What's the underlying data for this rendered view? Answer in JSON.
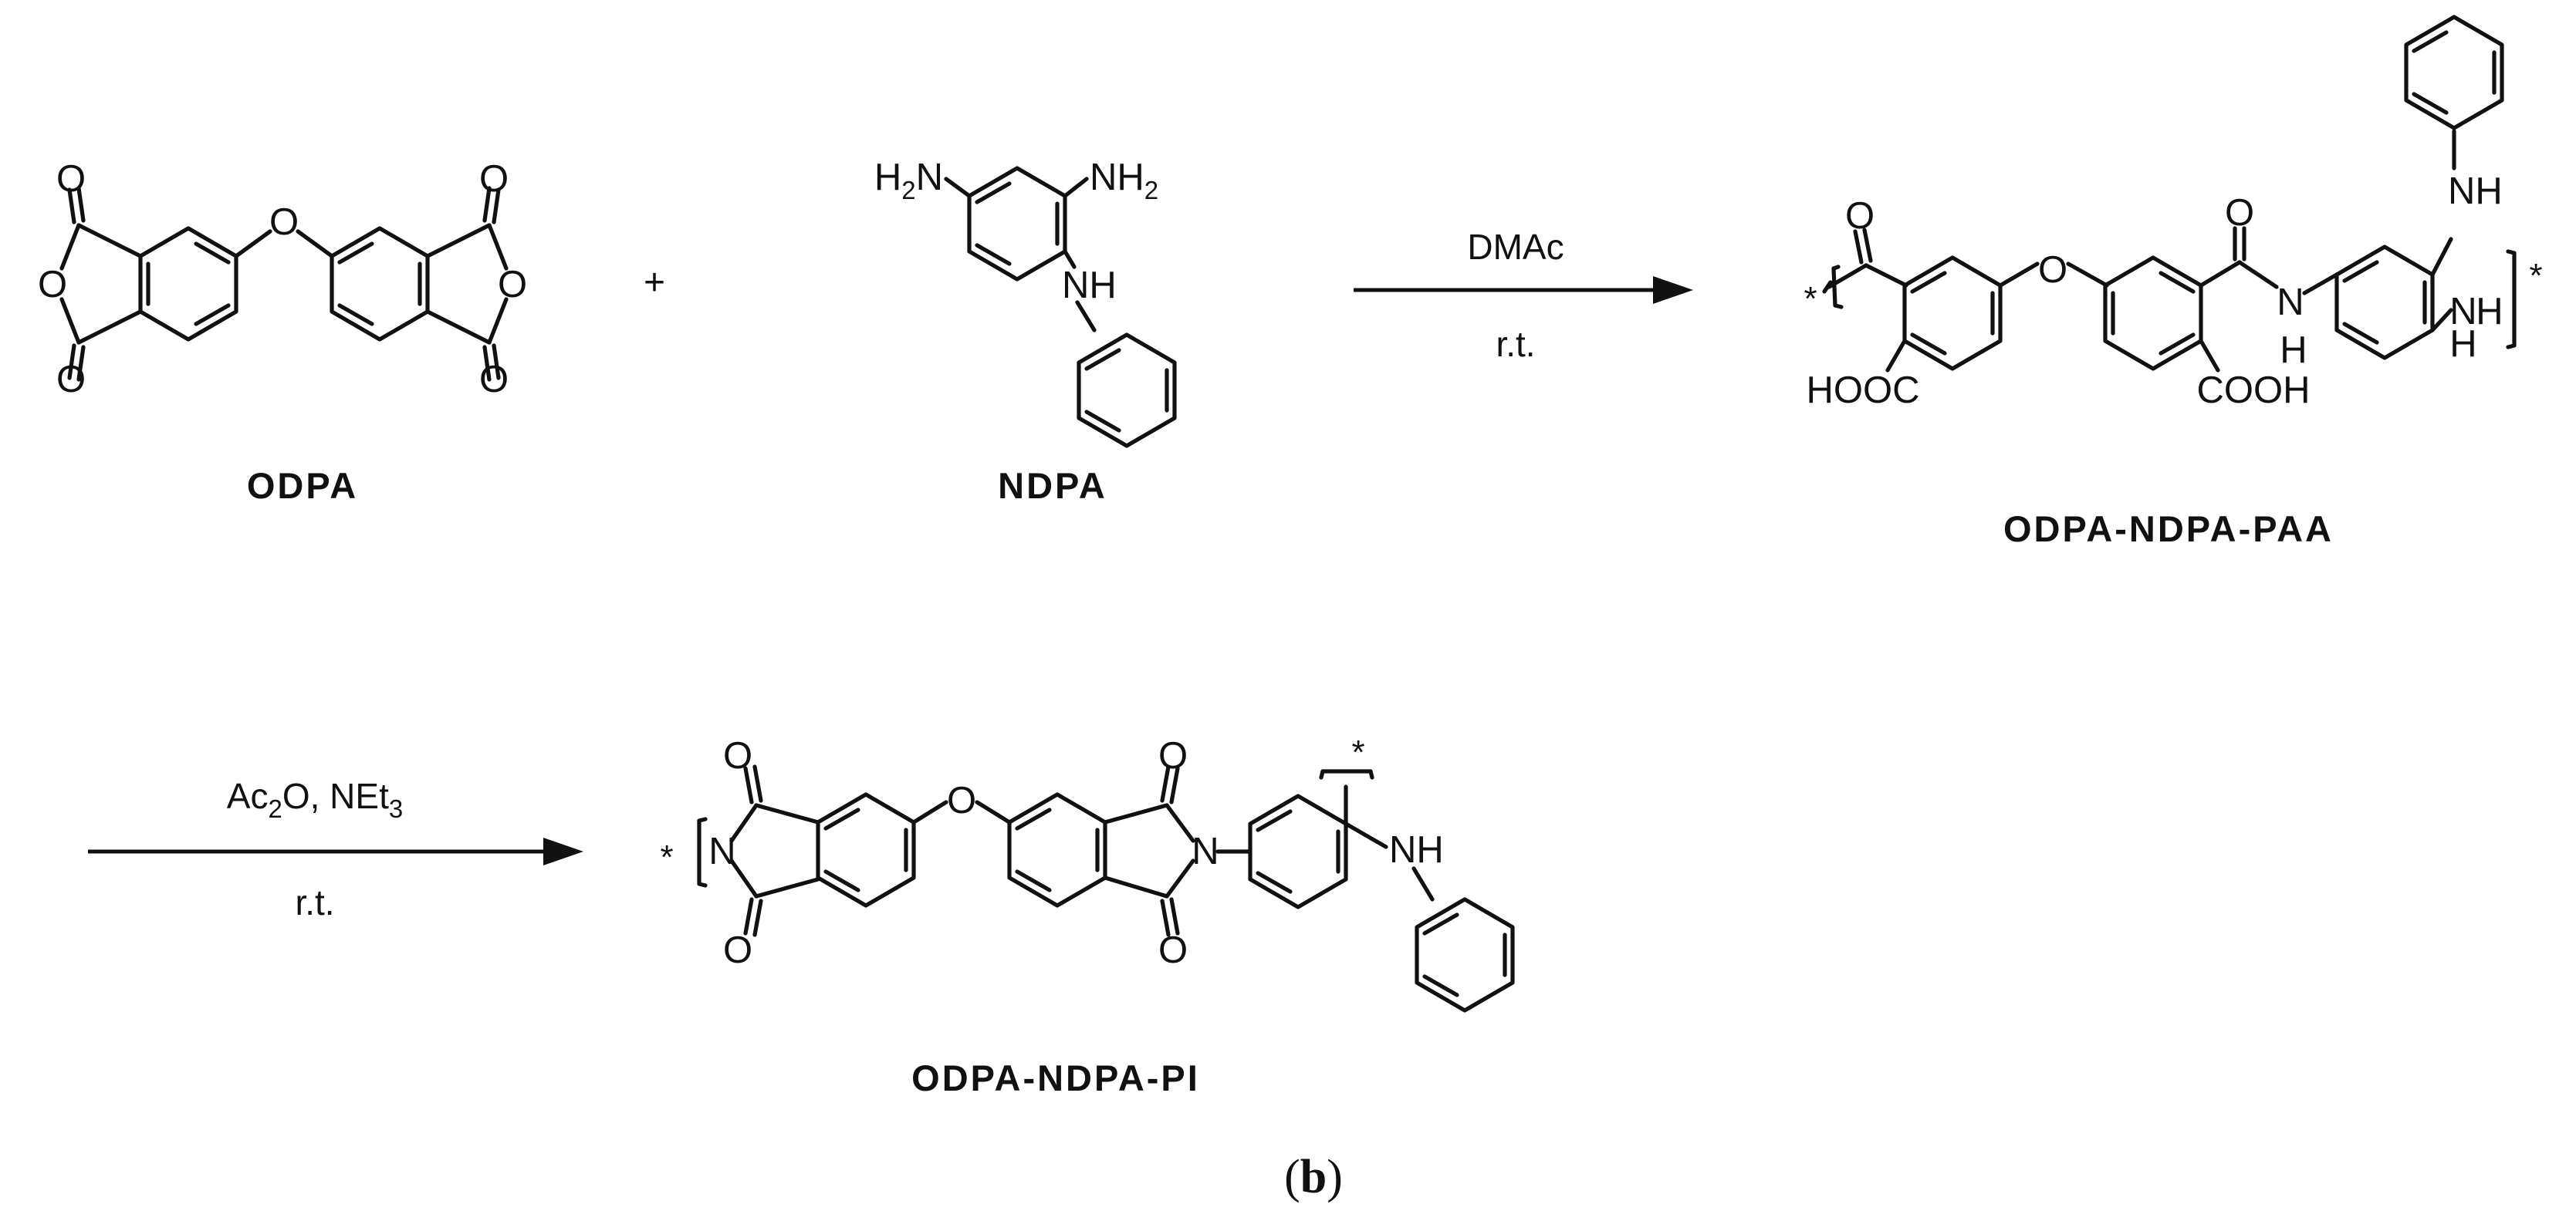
{
  "compounds": {
    "odpa": {
      "label": "ODPA"
    },
    "ndpa": {
      "label": "NDPA"
    },
    "paa": {
      "label": "ODPA-NDPA-PAA"
    },
    "pi": {
      "label": "ODPA-NDPA-PI"
    }
  },
  "atoms": {
    "O": "O",
    "N": "N",
    "NH": "NH",
    "H": "H",
    "H2N_main": "H",
    "H2N_sub": "2",
    "H2N_tail": "N",
    "NH2_main": "NH",
    "NH2_sub": "2",
    "HOOC": "HOOC",
    "COOH": "COOH",
    "star": "*"
  },
  "operators": {
    "plus": "+"
  },
  "steps": {
    "step1": {
      "reagent": "DMAc",
      "condition": "r.t."
    },
    "step2": {
      "reagent_main": "Ac",
      "reagent_sub": "2",
      "reagent_mid": "O, NEt",
      "reagent_sub2": "3",
      "condition": "r.t."
    }
  },
  "panel": {
    "open": "(",
    "letter": "b",
    "close": ")"
  }
}
